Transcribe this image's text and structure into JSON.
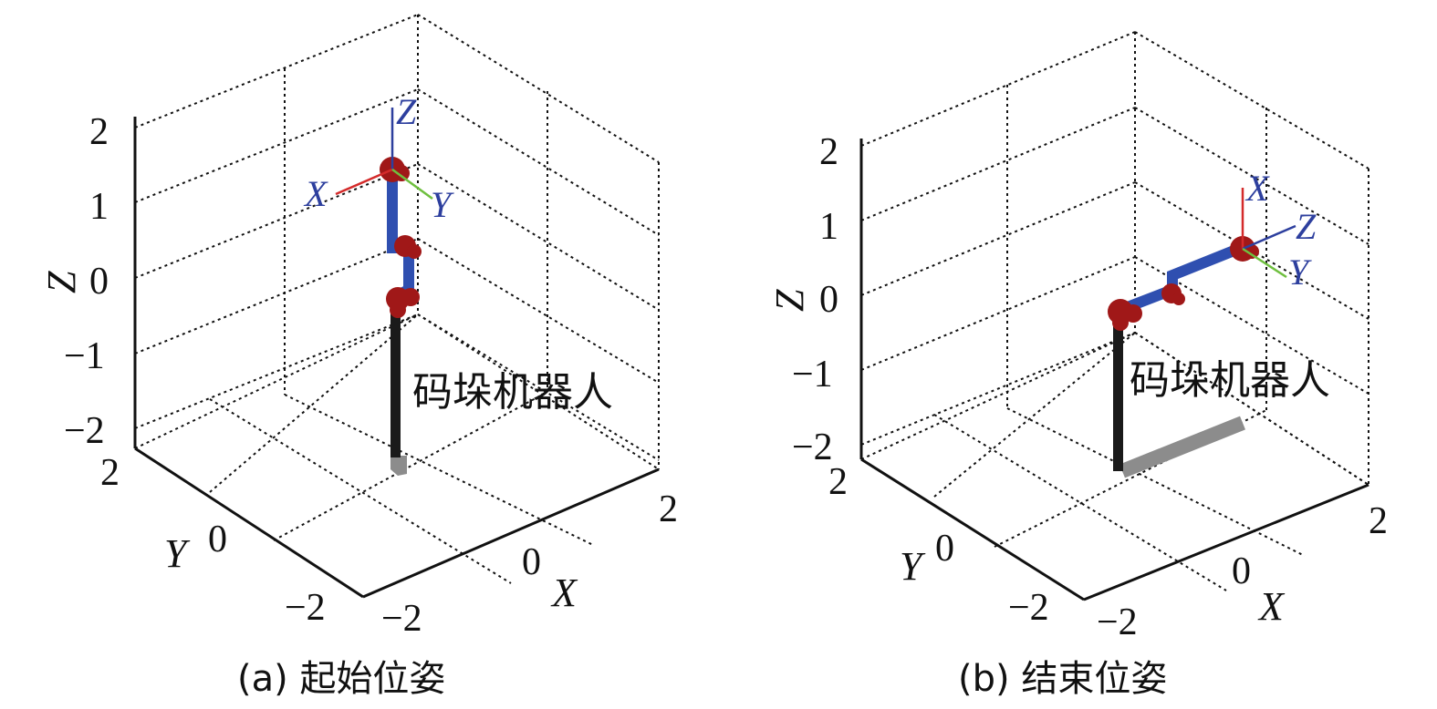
{
  "panels": [
    {
      "id": "a",
      "caption": "(a) 起始位姿",
      "robot_label": "码垛机器人",
      "axis_labels": {
        "x": "X",
        "y": "Y",
        "z": "Z"
      },
      "z_ticks": [
        "2",
        "1",
        "0",
        "−1",
        "−2"
      ],
      "y_ticks": [
        "2",
        "0",
        "−2"
      ],
      "x_ticks": [
        "−2",
        "0",
        "2"
      ],
      "frame_labels": {
        "x": "X",
        "y": "Y",
        "z": "Z"
      },
      "pose": "start"
    },
    {
      "id": "b",
      "caption": "(b) 结束位姿",
      "robot_label": "码垛机器人",
      "axis_labels": {
        "x": "X",
        "y": "Y",
        "z": "Z"
      },
      "z_ticks": [
        "2",
        "1",
        "0",
        "−1",
        "−2"
      ],
      "y_ticks": [
        "2",
        "0",
        "−2"
      ],
      "x_ticks": [
        "−2",
        "0",
        "2"
      ],
      "frame_labels": {
        "x": "X",
        "y": "Y",
        "z": "Z"
      },
      "pose": "end"
    }
  ],
  "colors": {
    "link": "#2f4fb0",
    "joint": "#a01818",
    "base_column": "#1a1a1a",
    "shadow": "#8c8c8c",
    "frame_x": "#d42b2b",
    "frame_y": "#6fbf3f",
    "frame_z": "#2d3f9e"
  }
}
